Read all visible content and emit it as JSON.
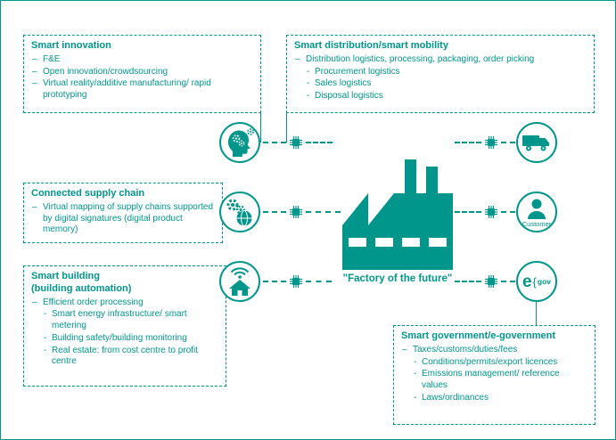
{
  "colors": {
    "teal": "#00968C"
  },
  "boxes": {
    "innovation": {
      "title": "Smart innovation",
      "items": [
        {
          "t": "F&E"
        },
        {
          "t": "Open innovation/crowdsourcing"
        },
        {
          "t": "Virtual reality/additive manufacturing/ rapid prototyping"
        }
      ]
    },
    "distribution": {
      "title": "Smart distribution/smart mobility",
      "items": [
        {
          "t": "Distribution logistics, processing, packaging, order picking"
        },
        {
          "t": "Procurement logistics"
        },
        {
          "t": "Sales logistics"
        },
        {
          "t": "Disposal logistics"
        }
      ]
    },
    "supply": {
      "title": "Connected supply chain",
      "items": [
        {
          "t": "Virtual mapping of supply chains supported by digital signatures (digital product memory)"
        }
      ]
    },
    "building": {
      "title": "Smart building",
      "subtitle": "(building automation)",
      "items": [
        {
          "t": "Efficient order processing"
        },
        {
          "t": "Smart energy infrastructure/ smart metering"
        },
        {
          "t": "Building safety/building monitoring"
        },
        {
          "t": "Real estate: from cost centre to profit centre"
        }
      ]
    },
    "government": {
      "title": "Smart government/e-government",
      "items": [
        {
          "t": "Taxes/customs/duties/fees"
        },
        {
          "t": "Conditions/permits/export licences"
        },
        {
          "t": "Emissions management/ reference values"
        },
        {
          "t": "Laws/ordinances"
        }
      ]
    }
  },
  "center": {
    "label": "\"Factory of the future\""
  },
  "labels": {
    "customer": "Customer",
    "egov_e": "e",
    "egov_brace": "{",
    "egov_gov": "gov"
  }
}
